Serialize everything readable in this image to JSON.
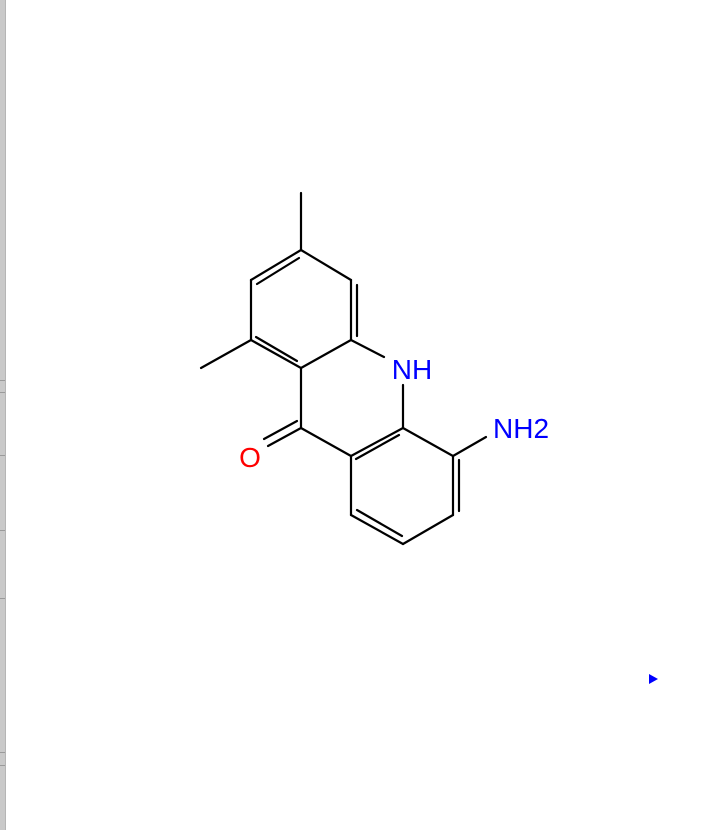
{
  "molecule": {
    "atoms": {
      "nh_label": "NH",
      "nh2_label": "NH2",
      "o_label": "O"
    },
    "colors": {
      "bond": "#000000",
      "nitrogen": "#0000ff",
      "oxygen": "#ff0000",
      "marker": "#0000ff"
    }
  },
  "viewer_controls": {
    "play_marker_icon": "play-triangle-icon"
  }
}
